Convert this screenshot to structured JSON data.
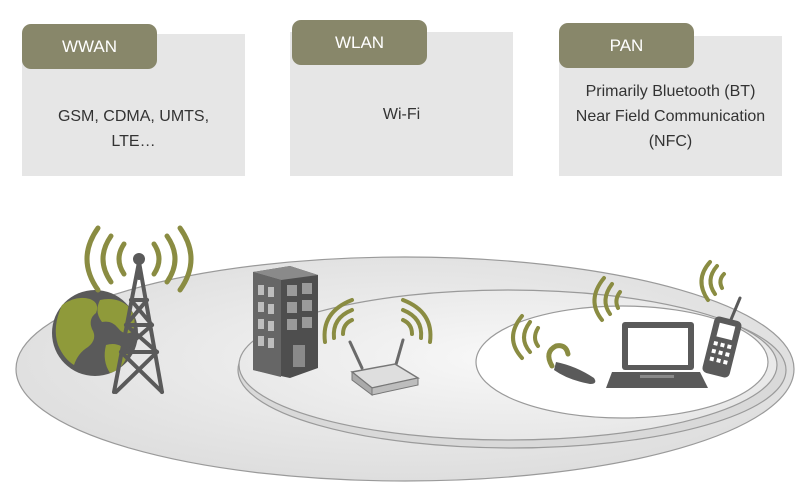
{
  "colors": {
    "tab": "#88876a",
    "card": "#e6e6e6",
    "accent": "#8a8c42",
    "device": "#555555"
  },
  "wwan": {
    "title": "WWAN",
    "lines": [
      "GSM, CDMA, UMTS,",
      "LTE…"
    ]
  },
  "wlan": {
    "title": "WLAN",
    "lines": [
      "Wi-Fi"
    ]
  },
  "pan": {
    "title": "PAN",
    "lines": [
      "Primarily Bluetooth (BT)",
      "Near Field Communication",
      "(NFC)"
    ]
  },
  "icons": [
    "globe-icon",
    "cell-tower-icon",
    "office-building-icon",
    "wifi-router-icon",
    "bluetooth-headset-icon",
    "laptop-icon",
    "mobile-phone-icon",
    "signal-waves-icon"
  ]
}
